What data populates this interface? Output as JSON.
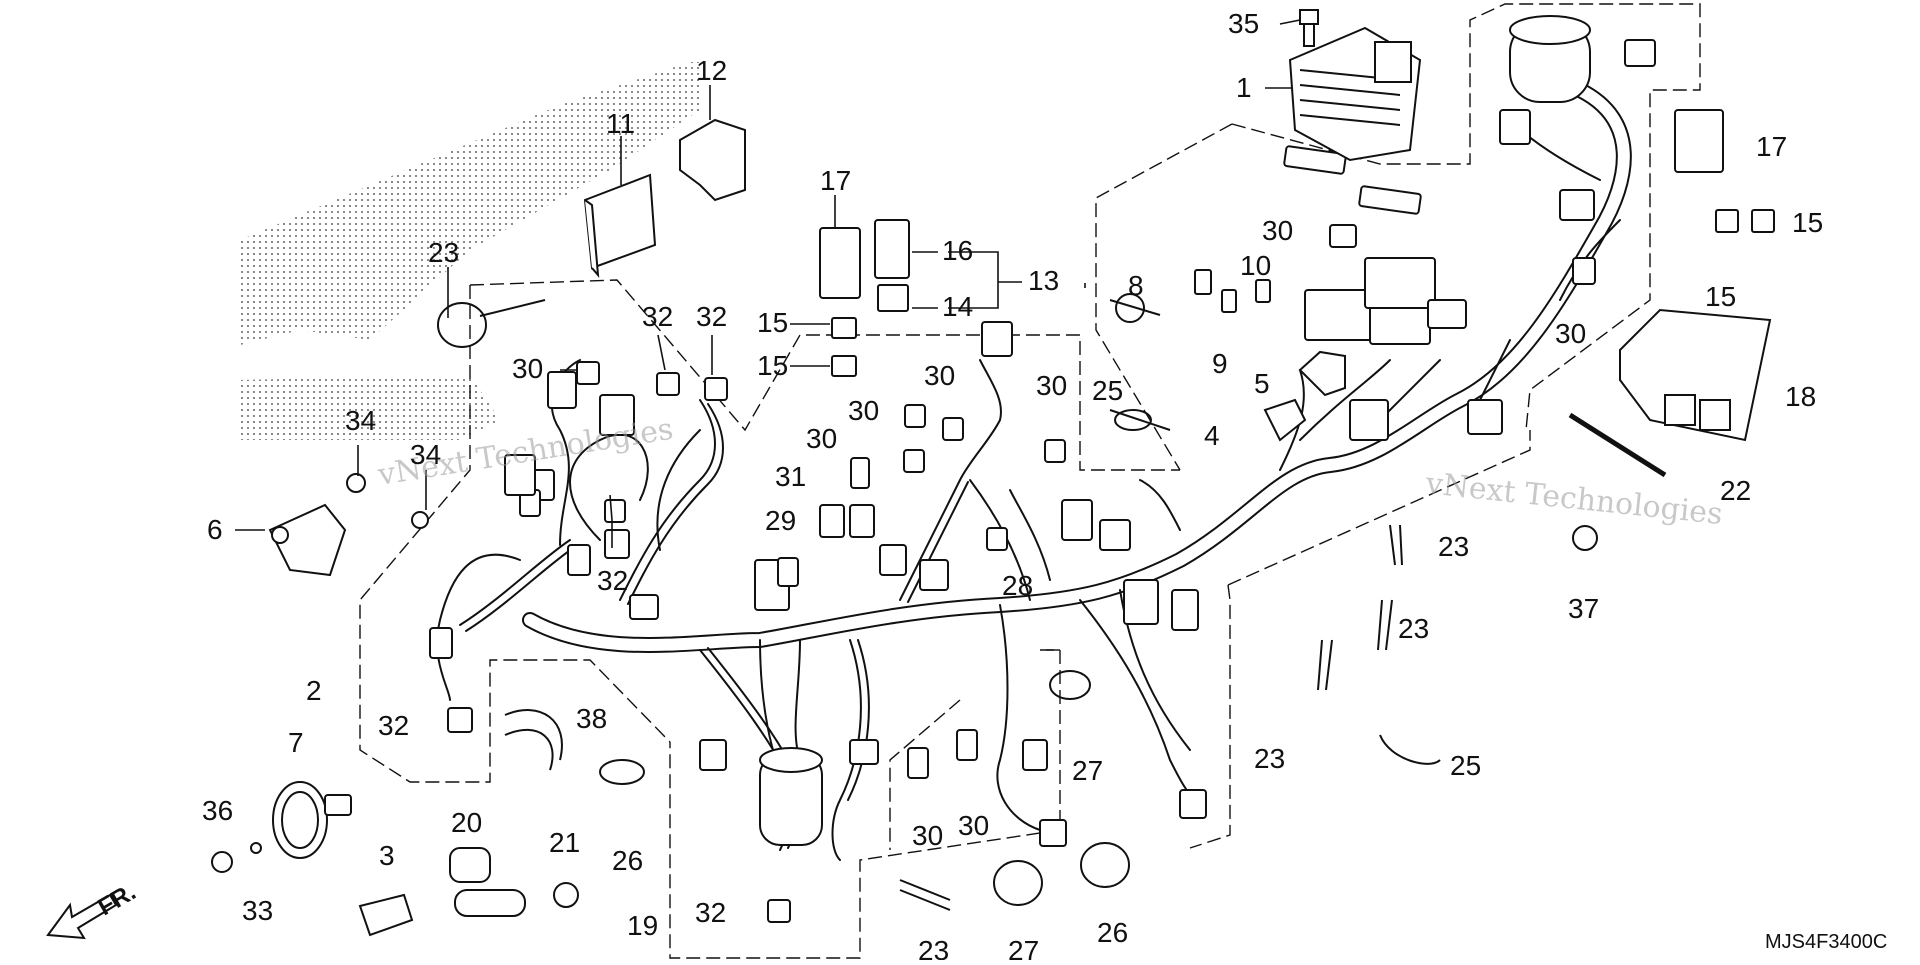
{
  "diagram_code": "MJS4F3400C",
  "direction_label": "FR.",
  "watermark": {
    "left_line1": "vNext Technologies",
    "right_line1": "vNext Technologies"
  },
  "callouts": [
    {
      "id": "c35",
      "label": "35"
    },
    {
      "id": "c1",
      "label": "1"
    },
    {
      "id": "c12",
      "label": "12"
    },
    {
      "id": "c11",
      "label": "11"
    },
    {
      "id": "c17a",
      "label": "17"
    },
    {
      "id": "c16",
      "label": "16"
    },
    {
      "id": "c13",
      "label": "13"
    },
    {
      "id": "c14",
      "label": "14"
    },
    {
      "id": "c15a",
      "label": "15"
    },
    {
      "id": "c15b",
      "label": "15"
    },
    {
      "id": "c23a",
      "label": "23"
    },
    {
      "id": "c30a",
      "label": "30"
    },
    {
      "id": "c32a",
      "label": "32"
    },
    {
      "id": "c32b",
      "label": "32"
    },
    {
      "id": "c34a",
      "label": "34"
    },
    {
      "id": "c34b",
      "label": "34"
    },
    {
      "id": "c6",
      "label": "6"
    },
    {
      "id": "c32c",
      "label": "32"
    },
    {
      "id": "c30b",
      "label": "30"
    },
    {
      "id": "c30c",
      "label": "30"
    },
    {
      "id": "c30d",
      "label": "30"
    },
    {
      "id": "c31",
      "label": "31"
    },
    {
      "id": "c29",
      "label": "29"
    },
    {
      "id": "c30e",
      "label": "30"
    },
    {
      "id": "c28",
      "label": "28"
    },
    {
      "id": "c25a",
      "label": "25"
    },
    {
      "id": "c30f",
      "label": "30"
    },
    {
      "id": "c8",
      "label": "8"
    },
    {
      "id": "c10",
      "label": "10"
    },
    {
      "id": "c9",
      "label": "9"
    },
    {
      "id": "c5",
      "label": "5"
    },
    {
      "id": "c4",
      "label": "4"
    },
    {
      "id": "c17b",
      "label": "17"
    },
    {
      "id": "c15c",
      "label": "15"
    },
    {
      "id": "c15d",
      "label": "15"
    },
    {
      "id": "c30g",
      "label": "30"
    },
    {
      "id": "c18",
      "label": "18"
    },
    {
      "id": "c22",
      "label": "22"
    },
    {
      "id": "c23b",
      "label": "23"
    },
    {
      "id": "c37",
      "label": "37"
    },
    {
      "id": "c23c",
      "label": "23"
    },
    {
      "id": "c23d",
      "label": "23"
    },
    {
      "id": "c25b",
      "label": "25"
    },
    {
      "id": "c2",
      "label": "2"
    },
    {
      "id": "c32d",
      "label": "32"
    },
    {
      "id": "c38",
      "label": "38"
    },
    {
      "id": "c27a",
      "label": "27"
    },
    {
      "id": "c26a",
      "label": "26"
    },
    {
      "id": "c30h",
      "label": "30"
    },
    {
      "id": "c30i",
      "label": "30"
    },
    {
      "id": "c7",
      "label": "7"
    },
    {
      "id": "c36",
      "label": "36"
    },
    {
      "id": "c33",
      "label": "33"
    },
    {
      "id": "c3",
      "label": "3"
    },
    {
      "id": "c20",
      "label": "20"
    },
    {
      "id": "c21",
      "label": "21"
    },
    {
      "id": "c19",
      "label": "19"
    },
    {
      "id": "c32e",
      "label": "32"
    },
    {
      "id": "c23e",
      "label": "23"
    },
    {
      "id": "c27b",
      "label": "27"
    },
    {
      "id": "c26b",
      "label": "26"
    }
  ]
}
